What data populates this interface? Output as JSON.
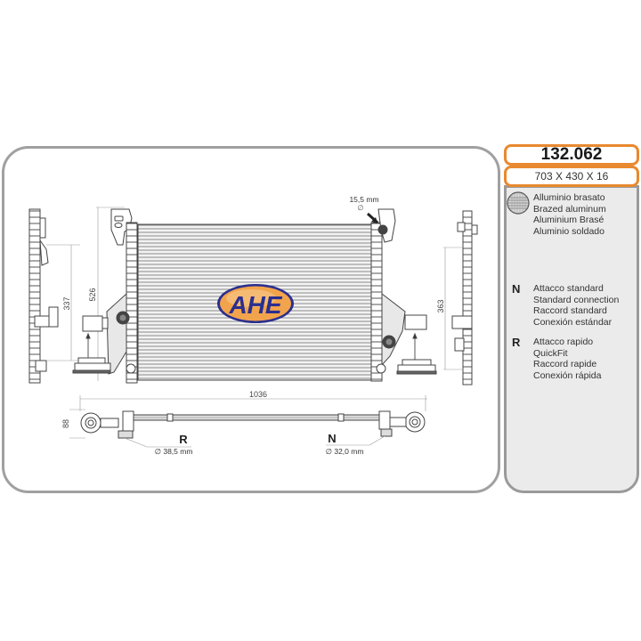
{
  "product": {
    "code": "132.062",
    "dimensions": "703 X 430 X 16"
  },
  "brand": {
    "logo_text": "AHE",
    "logo_fill": "#f2a44c",
    "logo_text_color": "#2a2f8f"
  },
  "legend": {
    "material": {
      "icon": "brazed-aluminum-icon",
      "lines": [
        "Alluminio brasato",
        "Brazed aluminum",
        "Aluminium Brasé",
        "Aluminio soldado"
      ]
    },
    "connections": [
      {
        "letter": "N",
        "lines": [
          "Attacco standard",
          "Standard connection",
          "Raccord standard",
          "Conexión estándar"
        ]
      },
      {
        "letter": "R",
        "lines": [
          "Attacco rapido",
          "QuickFit",
          "Raccord rapide",
          "Conexión rápida"
        ]
      }
    ]
  },
  "drawing": {
    "dims": {
      "left_side_height": "337",
      "front_height": "526",
      "right_side_height": "363",
      "overall_width": "1036",
      "depth": "88",
      "top_port": "15,5 mm",
      "top_port_symbol": "∅"
    },
    "ports": [
      {
        "letter": "R",
        "diameter": "∅ 38,5 mm"
      },
      {
        "letter": "N",
        "diameter": "∅ 32,0 mm"
      }
    ]
  },
  "colors": {
    "accent_orange": "#e9892f",
    "panel_border": "#a0a0a0",
    "side_bg": "#ebebeb"
  }
}
